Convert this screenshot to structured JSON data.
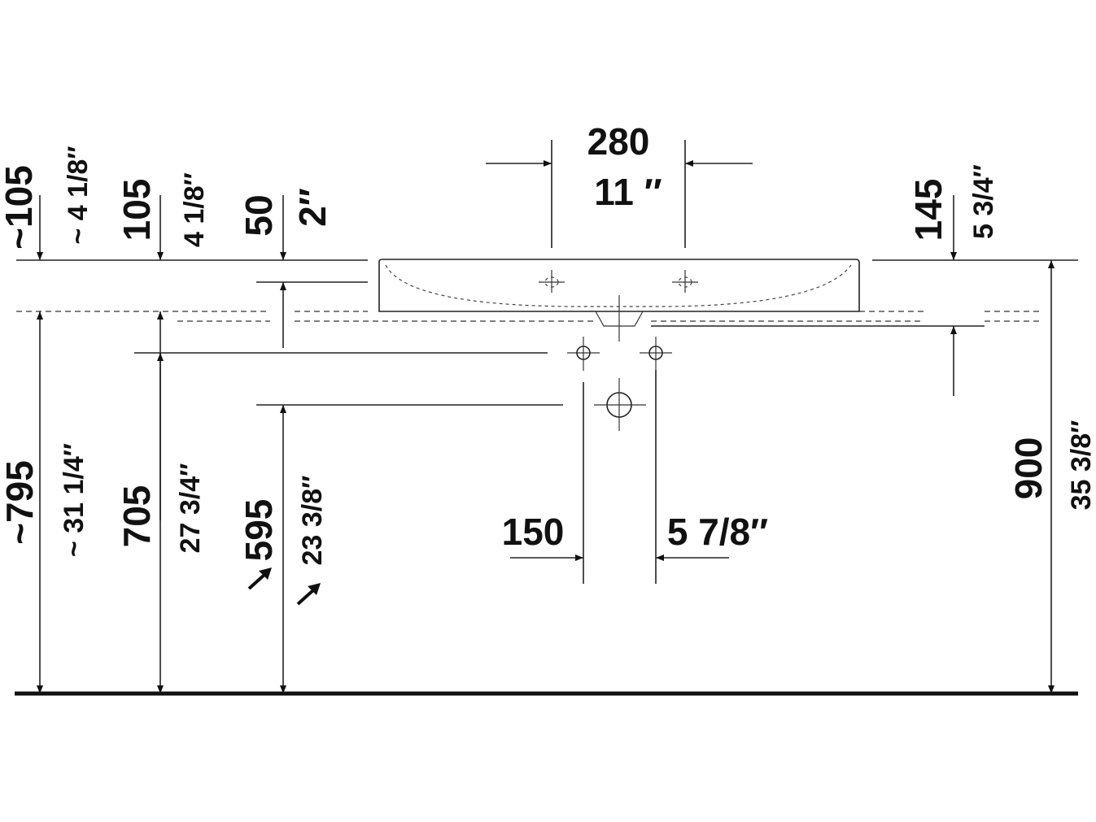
{
  "dimensions": {
    "top_center_mm": "280",
    "top_center_in": "11 ″",
    "d105a_mm": "~105",
    "d105a_in": "~ 4 1/8″",
    "d105b_mm": "105",
    "d105b_in": "4 1/8″",
    "d50_mm": "50",
    "d50_in": "2″",
    "d145_mm": "145",
    "d145_in": "5 3/4″",
    "d795_mm": "~795",
    "d795_in": "~ 31 1/4″",
    "d705_mm": "705",
    "d705_in": "27 3/4″",
    "d595_mm": "595",
    "d595_in": "23 3/8″",
    "d150_mm": "150",
    "d150_in": "5 7/8″",
    "d900_mm": "900",
    "d900_in": "35 3/8″"
  },
  "colors": {
    "line": "#222222",
    "background": "#ffffff"
  }
}
